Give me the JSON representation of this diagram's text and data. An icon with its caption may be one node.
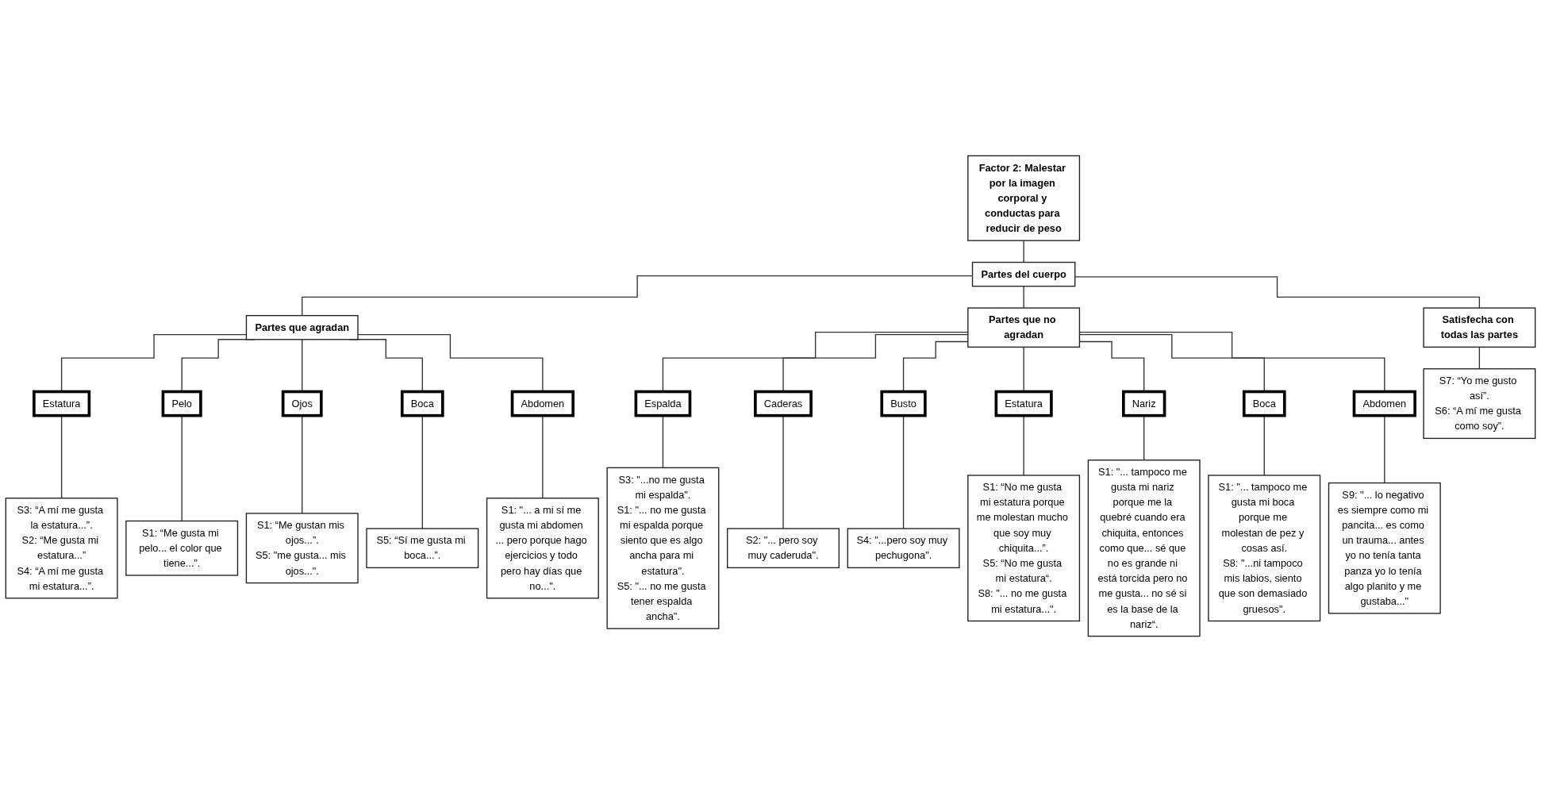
{
  "diagram": {
    "nodes": [
      {
        "text": [
          "Factor 2: Malestar por la imagen corporal y conductas para reducir de peso"
        ]
      },
      {
        "text": [
          "Partes del cuerpo"
        ]
      },
      {
        "text": [
          "Partes que agradan"
        ]
      },
      {
        "text": [
          "Partes que no agradan"
        ]
      },
      {
        "text": [
          "Satisfecha con todas las partes"
        ]
      },
      {
        "text": [
          "Estatura"
        ]
      },
      {
        "text": [
          "S3: “A mí me gusta la estatura...”.",
          "S2: “Me gusta mi estatura...”",
          "S4: “A mí me gusta mi estatura...”."
        ]
      },
      {
        "text": [
          "Pelo"
        ]
      },
      {
        "text": [
          "S1: “Me gusta mi pelo... el color que tiene...”."
        ]
      },
      {
        "text": [
          "Ojos"
        ]
      },
      {
        "text": [
          "S1: “Me gustan mis ojos...”.",
          "S5: \"me gusta... mis ojos...\"."
        ]
      },
      {
        "text": [
          "Boca"
        ]
      },
      {
        "text": [
          "S5: “Sí me gusta mi boca...”."
        ]
      },
      {
        "text": [
          "Abdomen"
        ]
      },
      {
        "text": [
          "S1: \"... a mi sí me gusta mi abdomen ... pero porque hago ejercicios y todo pero hay días que no...\"."
        ]
      },
      {
        "text": [
          "Espalda"
        ]
      },
      {
        "text": [
          "S3: \"...no me gusta mi espalda\".",
          "S1: \"... no me gusta mi espalda porque siento que es algo ancha para mi estatura\".",
          "S5: \"... no me gusta tener espalda ancha\"."
        ]
      },
      {
        "text": [
          "Caderas"
        ]
      },
      {
        "text": [
          "S2: \"... pero soy muy caderuda\"."
        ]
      },
      {
        "text": [
          "Busto"
        ]
      },
      {
        "text": [
          "S4: \"...pero soy muy pechugona\"."
        ]
      },
      {
        "text": [
          "Estatura"
        ]
      },
      {
        "text": [
          "S1: “No me gusta mi estatura porque me molestan mucho que soy muy chiquita...”.",
          "S5: “No me gusta mi estatura“.",
          "S8: \"... no me gusta mi estatura...\"."
        ]
      },
      {
        "text": [
          "Nariz"
        ]
      },
      {
        "text": [
          "S1: \"... tampoco me gusta mi nariz porque me la quebré cuando era chiquita, entonces como que... sé que no es grande ni está torcida pero no me gusta... no sé si es la base de la nariz“."
        ]
      },
      {
        "text": [
          "Boca"
        ]
      },
      {
        "text": [
          "S1: \"... tampoco me gusta mi boca porque me molestan de pez y cosas así.",
          "S8: \"...ni tampoco mis labios, siento que son demasiado gruesos\"."
        ]
      },
      {
        "text": [
          "Abdomen"
        ]
      },
      {
        "text": [
          "S9: \"... lo negativo es siempre como mi pancita... es como un trauma... antes yo no tenía tanta panza yo lo tenía algo planito y me gustaba...\""
        ]
      },
      {
        "text": [
          "S7: “Yo me gusto así”.",
          "S6: “A mí me gusta como soy”."
        ]
      }
    ],
    "edges": [
      {
        "from": 0,
        "to": 1,
        "arrow": "none"
      },
      {
        "from": 1,
        "to": 2,
        "arrow": "none"
      },
      {
        "from": 1,
        "to": 3,
        "arrow": "none"
      },
      {
        "from": 1,
        "to": 4,
        "arrow": "none"
      },
      {
        "from": 2,
        "to": 5,
        "arrow": "none"
      },
      {
        "from": 2,
        "to": 7,
        "arrow": "none"
      },
      {
        "from": 2,
        "to": 9,
        "arrow": "none"
      },
      {
        "from": 2,
        "to": 11,
        "arrow": "none"
      },
      {
        "from": 2,
        "to": 13,
        "arrow": "none"
      },
      {
        "from": 5,
        "to": 6,
        "arrow": "none"
      },
      {
        "from": 7,
        "to": 8,
        "arrow": "none"
      },
      {
        "from": 9,
        "to": 10,
        "arrow": "none"
      },
      {
        "from": 11,
        "to": 12,
        "arrow": "none"
      },
      {
        "from": 13,
        "to": 14,
        "arrow": "none"
      },
      {
        "from": 3,
        "to": 15,
        "arrow": "none"
      },
      {
        "from": 3,
        "to": 17,
        "arrow": "none"
      },
      {
        "from": 3,
        "to": 19,
        "arrow": "none"
      },
      {
        "from": 3,
        "to": 21,
        "arrow": "none"
      },
      {
        "from": 3,
        "to": 23,
        "arrow": "none"
      },
      {
        "from": 3,
        "to": 25,
        "arrow": "none"
      },
      {
        "from": 3,
        "to": 27,
        "arrow": "none"
      },
      {
        "from": 15,
        "to": 16,
        "arrow": "none"
      },
      {
        "from": 17,
        "to": 18,
        "arrow": "none"
      },
      {
        "from": 19,
        "to": 20,
        "arrow": "none"
      },
      {
        "from": 21,
        "to": 22,
        "arrow": "none"
      },
      {
        "from": 23,
        "to": 24,
        "arrow": "none"
      },
      {
        "from": 25,
        "to": 26,
        "arrow": "none"
      },
      {
        "from": 27,
        "to": 28,
        "arrow": "none"
      },
      {
        "from": 4,
        "to": 29,
        "arrow": "none"
      }
    ]
  }
}
